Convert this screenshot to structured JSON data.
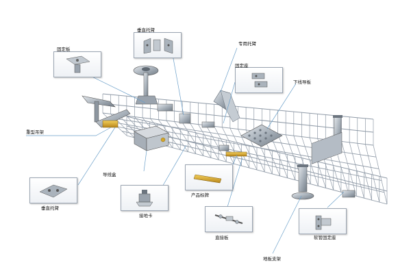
{
  "labels": {
    "vertical_bracket_top": "垂直托臂",
    "fixed_plate": "固定板",
    "dedicated_bracket": "专用托臂",
    "fixed_seat": "固定座",
    "drop_wire_guide": "下线导板",
    "heavy_hanger": "重型吊架",
    "wire_guide_box": "导线盒",
    "vertical_bracket_bottom": "垂直托臂",
    "grounding_clip": "接地卡",
    "product_nameplate": "产品标牌",
    "straight_splice": "直接板",
    "floor_support": "地板支架",
    "soft_pipe_fixed_seat": "软管固定座"
  },
  "colors": {
    "line": "#6a9fc9",
    "wire": "#8e99a6",
    "metal": "#a8b1bb",
    "dark_metal": "#6c757f",
    "gold": "#d3a62a",
    "box_border": "#9aa4b1"
  }
}
